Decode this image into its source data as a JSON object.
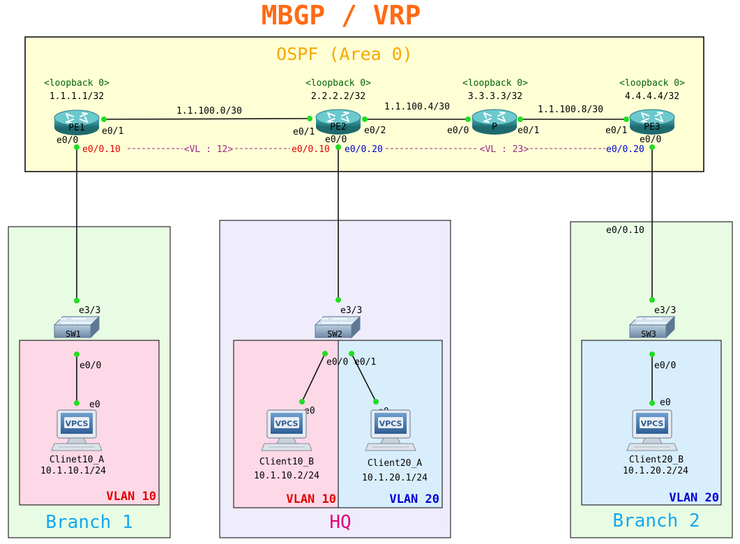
{
  "title": "MBGP / VRP",
  "ospf_label": "OSPF (Area 0)",
  "colors": {
    "title": "#ff6a13",
    "ospf_text": "#f5a800",
    "ospf_bg": "#ffffd6",
    "branch_bg": "#e8fce4",
    "hq_bg": "#efecfc",
    "vlan10_bg": "#fdd8e6",
    "vlan20_bg": "#d8eefc",
    "port_dot": "#22dd22",
    "vl_text": "#9a2a8a",
    "red_text": "#e40000",
    "blue_text": "#0000d0",
    "site_text": "#13a8f0",
    "hq_text": "#e0007a",
    "router": "#2e8f94"
  },
  "routers": {
    "pe1": {
      "name": "PE1",
      "loopback": "<loopback 0>",
      "ip": "1.1.1.1/32"
    },
    "pe2": {
      "name": "PE2",
      "loopback": "<loopback 0>",
      "ip": "2.2.2.2/32"
    },
    "p": {
      "name": "P",
      "loopback": "<loopback 0>",
      "ip": "3.3.3.3/32"
    },
    "pe3": {
      "name": "PE3",
      "loopback": "<loopback 0>",
      "ip": "4.4.4.4/32"
    }
  },
  "links": {
    "pe1_pe2": "1.1.100.0/30",
    "pe2_p": "1.1.100.4/30",
    "p_pe3": "1.1.100.8/30"
  },
  "ports": {
    "pe1_e01": "e0/1",
    "pe1_e00": "e0/0",
    "pe2_e01": "e0/1",
    "pe2_e02": "e0/2",
    "pe2_e00": "e0/0",
    "p_e00": "e0/0",
    "p_e01": "e0/1",
    "pe3_e01": "e0/1",
    "pe3_e00": "e0/0",
    "pe1_sub10": "e0/0.10",
    "pe2_sub10": "e0/0.10",
    "pe2_sub20": "e0/0.20",
    "pe3_sub20": "e0/0.20",
    "pe3_sub10": "e0/0.10",
    "sw1_e33": "e3/3",
    "sw1_e00": "e0/0",
    "sw2_e33": "e3/3",
    "sw2_e00": "e0/0",
    "sw2_e01": "e0/1",
    "sw3_e33": "e3/3",
    "sw3_e00": "e0/0",
    "pc1_e0": "e0",
    "pc2_e0": "e0",
    "pc3_e0": "e0",
    "pc4_e0": "e0"
  },
  "vl": {
    "vl12": "<VL : 12>",
    "vl23": "<VL : 23>"
  },
  "switches": {
    "sw1": "SW1",
    "sw2": "SW2",
    "sw3": "SW3"
  },
  "clients": {
    "c1": {
      "name": "Clinet10_A",
      "ip": "10.1.10.1/24",
      "badge": "VPCS"
    },
    "c2": {
      "name": "Client10_B",
      "ip": "10.1.10.2/24",
      "badge": "VPCS"
    },
    "c3": {
      "name": "Client20_A",
      "ip": "10.1.20.1/24",
      "badge": "VPCS"
    },
    "c4": {
      "name": "Client20_B",
      "ip": "10.1.20.2/24",
      "badge": "VPCS"
    }
  },
  "sites": {
    "branch1": "Branch 1",
    "hq": "HQ",
    "branch2": "Branch 2"
  },
  "vlans": {
    "b1": "VLAN 10",
    "hq10": "VLAN 10",
    "hq20": "VLAN 20",
    "b2": "VLAN 20"
  }
}
